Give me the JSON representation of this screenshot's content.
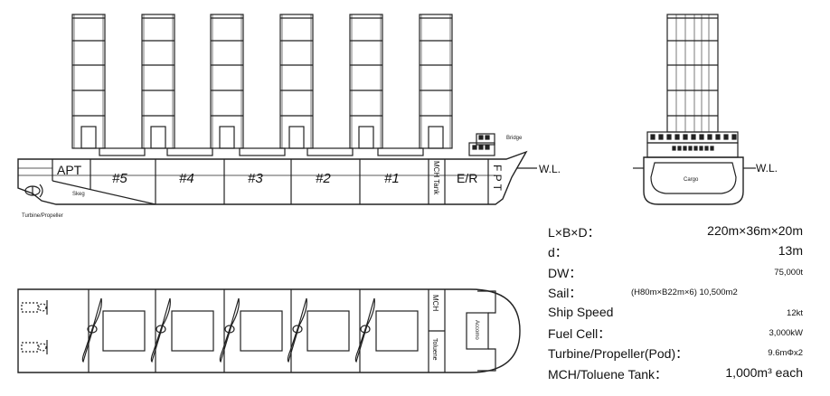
{
  "side_view": {
    "holds": [
      {
        "label": "APT"
      },
      {
        "label": "#5"
      },
      {
        "label": "#4"
      },
      {
        "label": "#3"
      },
      {
        "label": "#2"
      },
      {
        "label": "#1"
      },
      {
        "label": "MCH Tank"
      },
      {
        "label": "E/R"
      },
      {
        "label": "F P T"
      }
    ],
    "bridge_label": "Bridge",
    "skeg_label": "Skeg",
    "waterline_label": "W.L.",
    "turbine_label": "Turbine/Propeller"
  },
  "section_view": {
    "cargo_label": "Cargo",
    "waterline_label": "W.L."
  },
  "plan_view": {
    "mch_label": "MCH",
    "toluene_label": "Toluene",
    "accommodation_label": "Accomo"
  },
  "specs": [
    {
      "label": "L×B×D：",
      "value": "220m×36m×20m",
      "style": "normal"
    },
    {
      "label": "d：",
      "value": "13m",
      "style": "normal"
    },
    {
      "label": "DW：",
      "value": "75,000t",
      "style": "small"
    },
    {
      "label": "Sail：",
      "value": "(H80m×B22m×6) 10,500m2",
      "style": "mid"
    },
    {
      "label": "Ship Speed",
      "value": "12kt",
      "style": "small"
    },
    {
      "label": "Fuel Cell：",
      "value": "3,000kW",
      "style": "small"
    },
    {
      "label": "Turbine/Propeller(Pod)：",
      "value": "9.6mΦx2",
      "style": "small"
    },
    {
      "label": "MCH/Toluene Tank：",
      "value": "1,000m³ each",
      "style": "normal"
    }
  ]
}
